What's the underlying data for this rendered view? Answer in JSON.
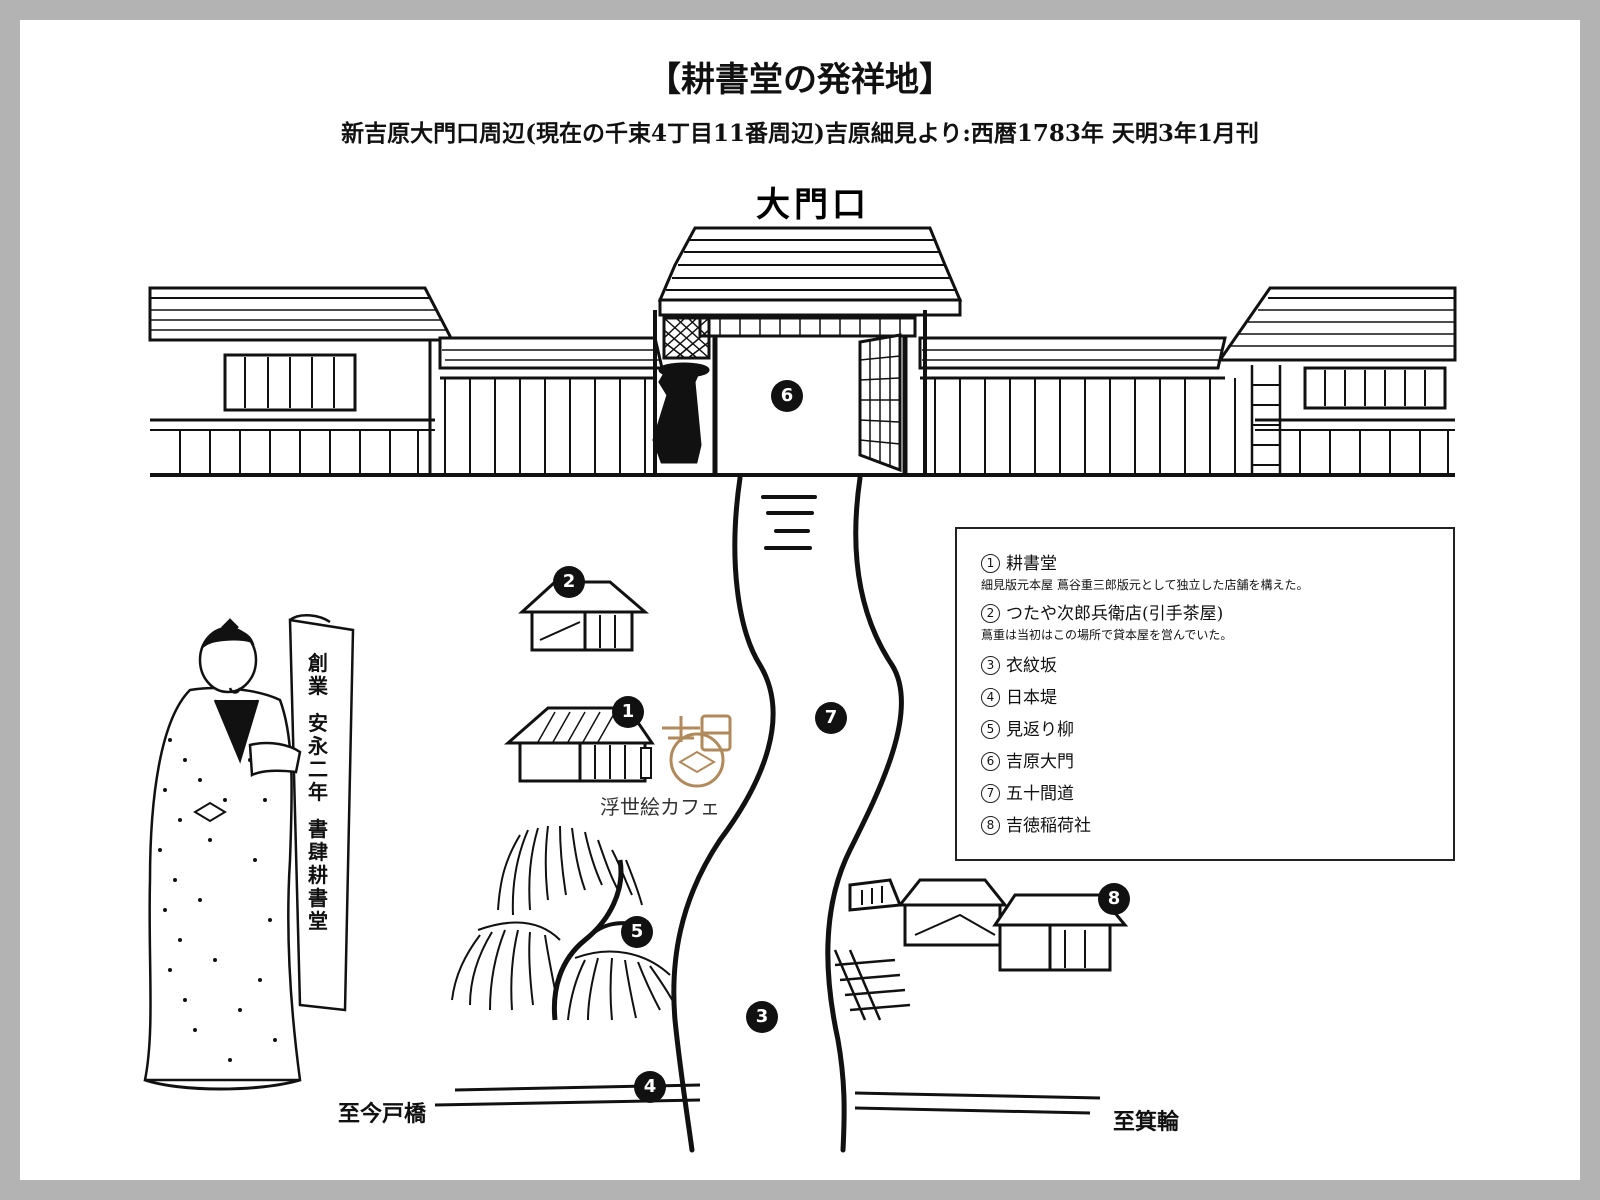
{
  "title": "【耕書堂の発祥地】",
  "subtitle": "新吉原大門口周辺(現在の千束4丁目11番周辺)吉原細見より:西暦1783年 天明3年1月刊",
  "gate_sign": "大門口",
  "markers": [
    "1",
    "2",
    "3",
    "4",
    "5",
    "6",
    "7",
    "8"
  ],
  "legend": [
    {
      "num": "1",
      "name": "耕書堂",
      "note": "細見版元本屋 蔦谷重三郎版元として独立した店舗を構えた。"
    },
    {
      "num": "2",
      "name": "つたや次郎兵衛店(引手茶屋)",
      "note": "蔦重は当初はこの場所で貸本屋を営んでいた。"
    },
    {
      "num": "3",
      "name": "衣紋坂",
      "note": ""
    },
    {
      "num": "4",
      "name": "日本堤",
      "note": ""
    },
    {
      "num": "5",
      "name": "見返り柳",
      "note": ""
    },
    {
      "num": "6",
      "name": "吉原大門",
      "note": ""
    },
    {
      "num": "7",
      "name": "五十間道",
      "note": ""
    },
    {
      "num": "8",
      "name": "吉徳稲荷社",
      "note": ""
    }
  ],
  "banner": {
    "line1": "創業",
    "line2": "安永二年",
    "line3": "書肆耕書堂"
  },
  "cafe_label": "浮世絵カフェ",
  "destinations": {
    "left": "至今戸橋",
    "right": "至箕輪"
  },
  "colors": {
    "ink": "#111111",
    "background": "#b3b3b3",
    "paper": "#ffffff",
    "cafe_logo": "#b08a5a"
  }
}
